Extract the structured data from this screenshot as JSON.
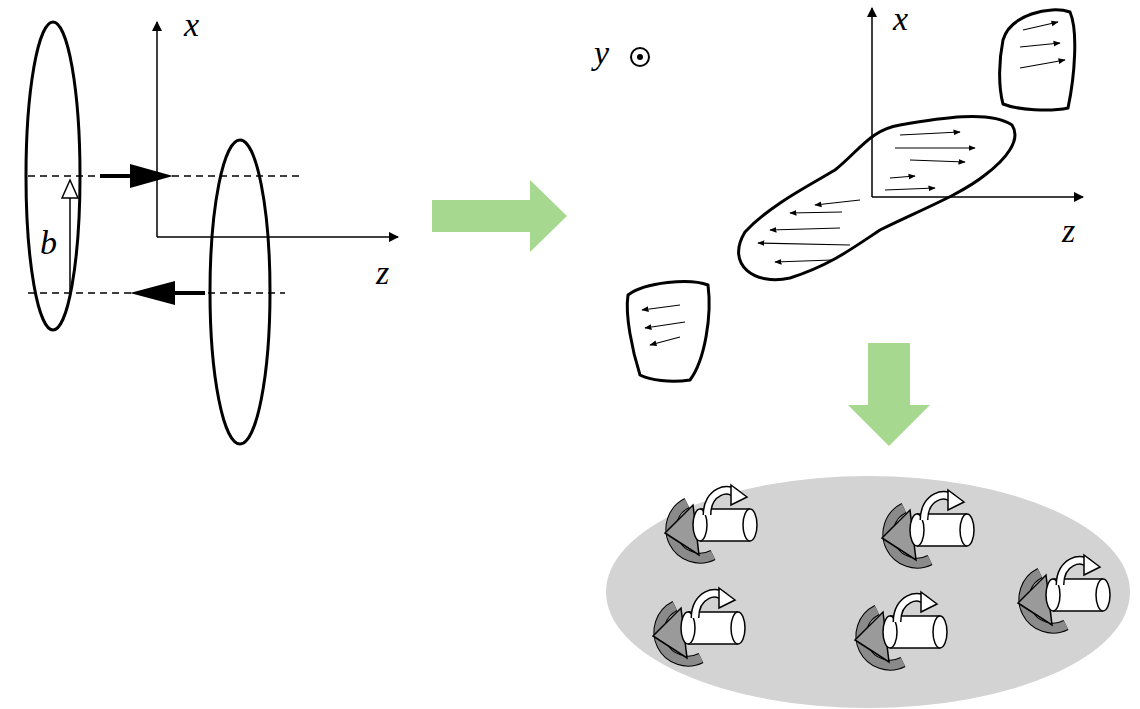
{
  "diagram": {
    "labels": [
      "x",
      "z",
      "b",
      "y",
      "x",
      "z"
    ]
  }
}
